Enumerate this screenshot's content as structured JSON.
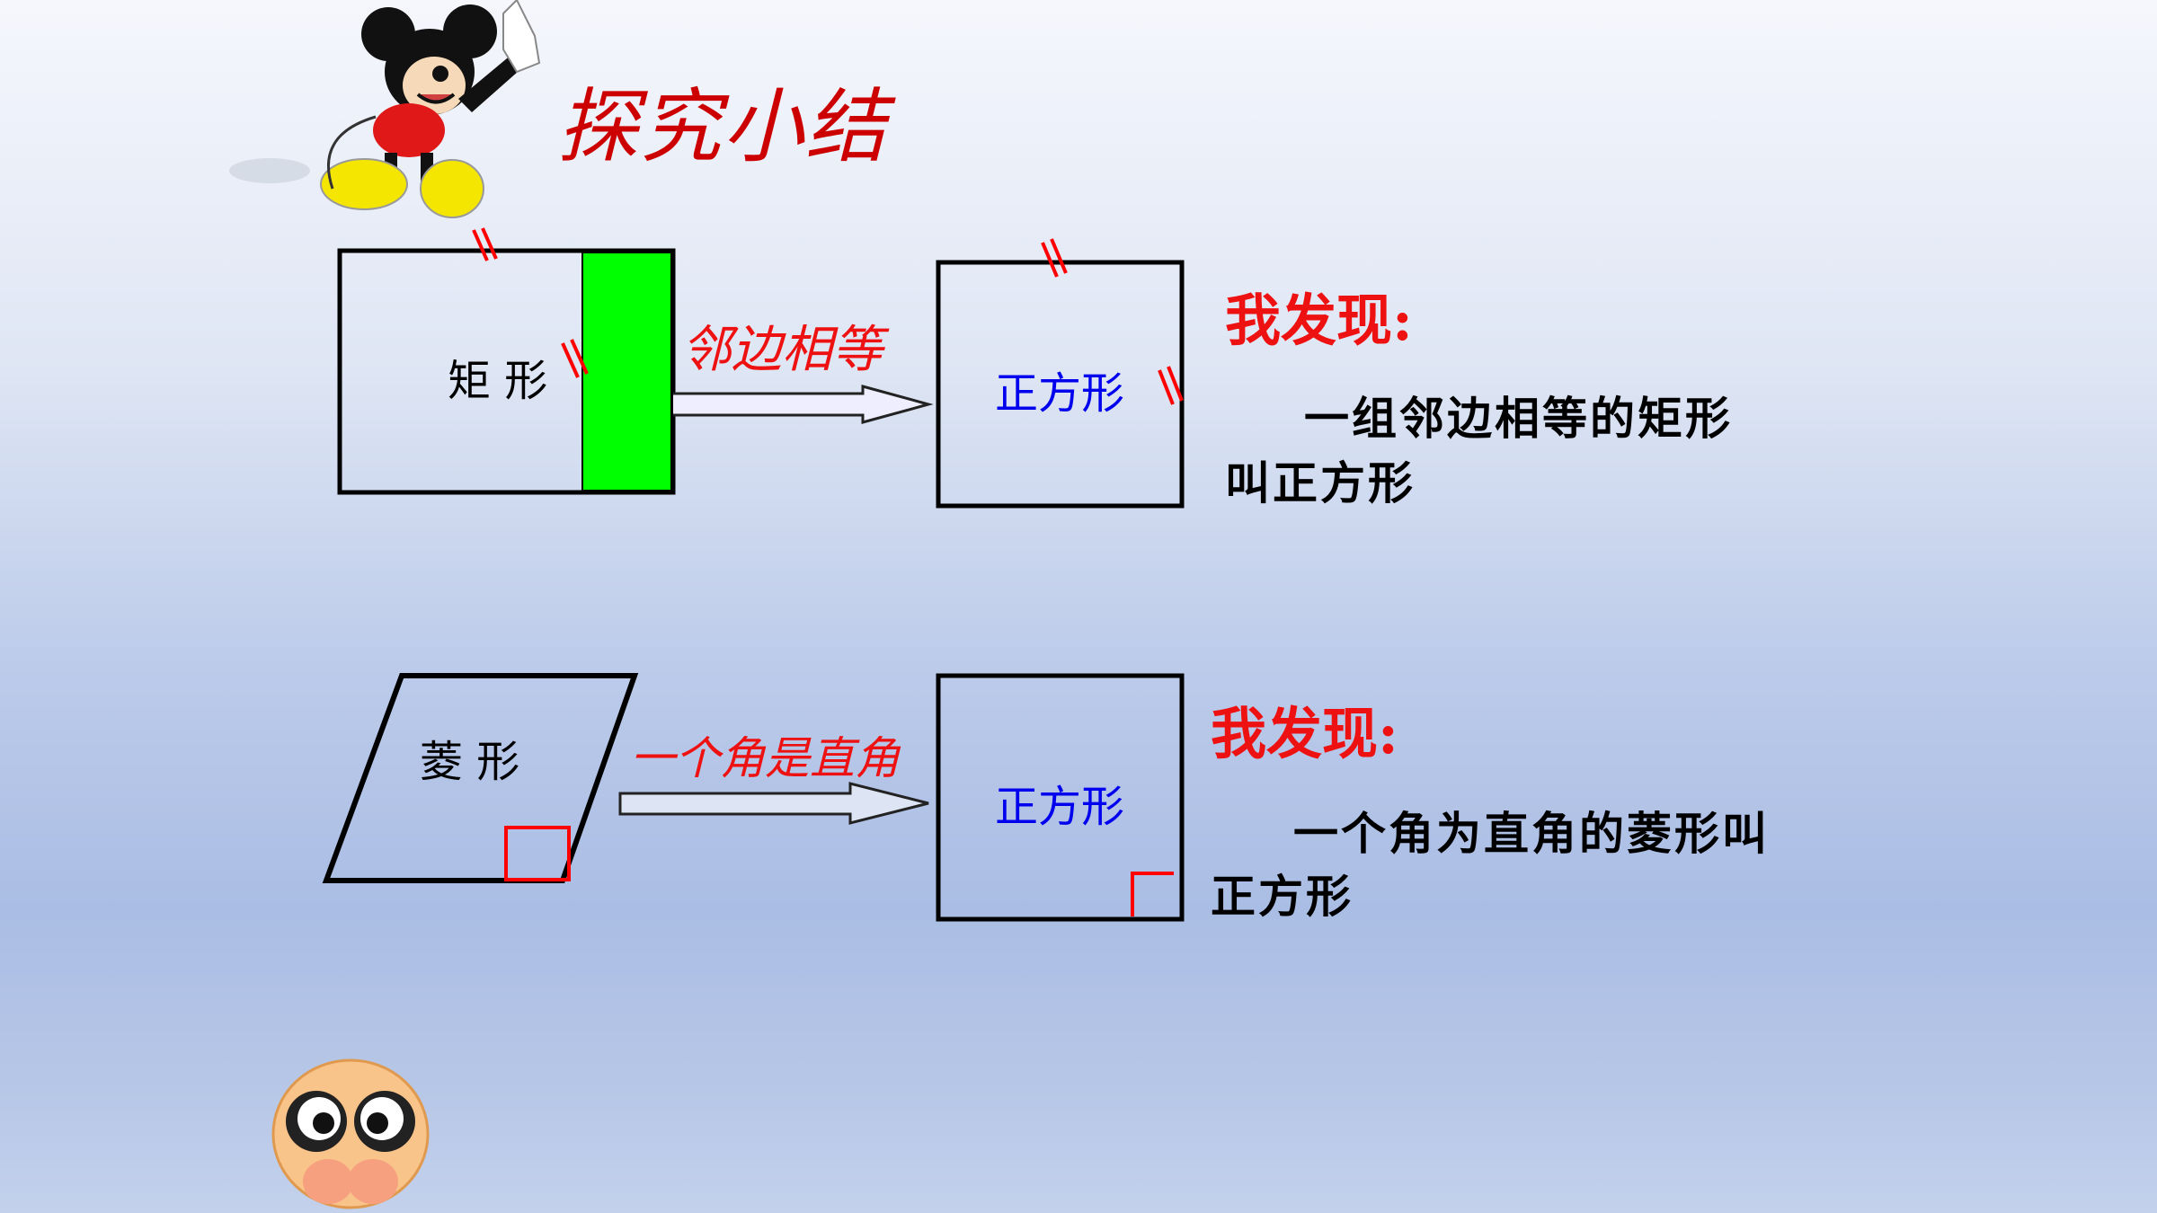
{
  "title": "探究小结",
  "row1": {
    "shape_label": "矩 形",
    "condition": "邻边相等",
    "result_label": "正方形",
    "finding_heading": "我发现:",
    "finding_line1": "一组邻边相等的矩形",
    "finding_line2": "叫正方形"
  },
  "row2": {
    "shape_label": "菱 形",
    "condition": "一个角是直角",
    "result_label": "正方形",
    "finding_heading": "我发现:",
    "finding_line1": "一个角为直角的菱形叫",
    "finding_line2": "正方形"
  },
  "colors": {
    "title": "#cc0000",
    "condition": "#ee1111",
    "result": "#0000ee",
    "highlight": "#00ff00"
  }
}
